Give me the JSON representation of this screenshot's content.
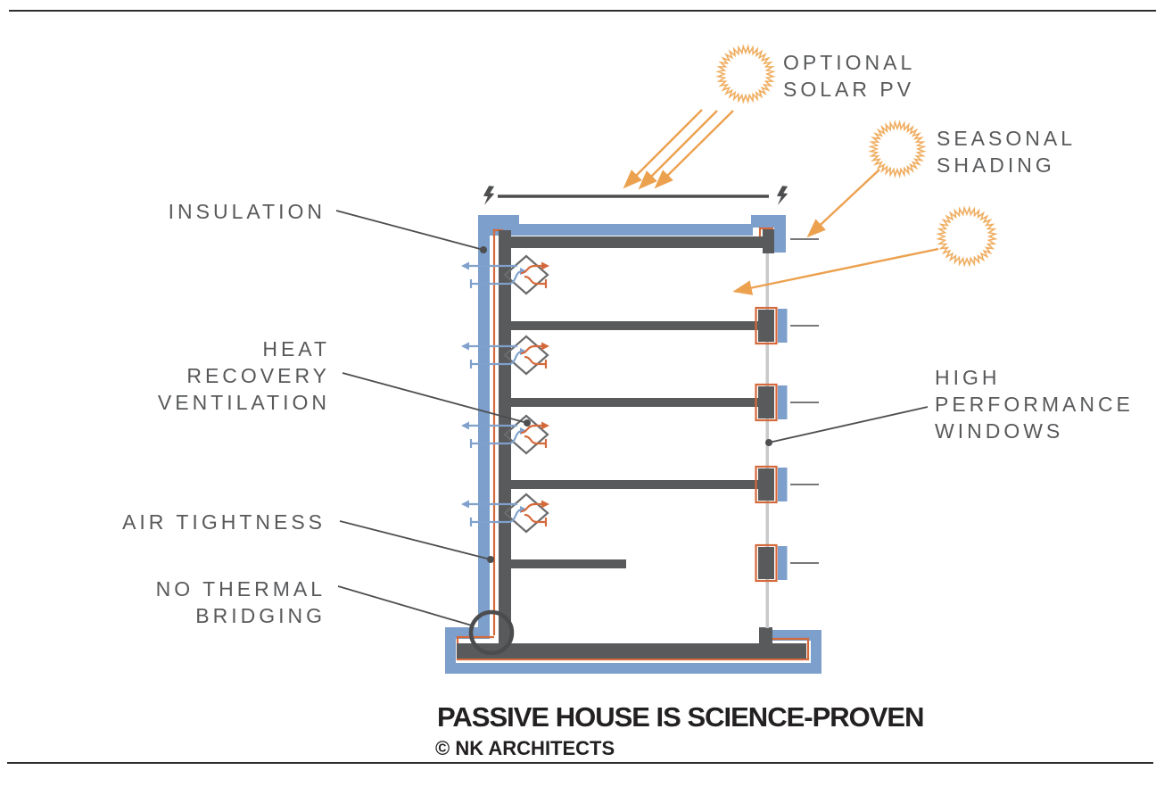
{
  "labels": {
    "insulation": {
      "text": "INSULATION"
    },
    "heat_recovery_ventilation": {
      "lines": [
        "HEAT",
        "RECOVERY",
        "VENTILATION"
      ]
    },
    "air_tightness": {
      "text": "AIR TIGHTNESS"
    },
    "no_thermal_bridging": {
      "lines": [
        "NO THERMAL",
        "BRIDGING"
      ]
    },
    "optional_solar_pv": {
      "lines": [
        "OPTIONAL",
        "SOLAR PV"
      ]
    },
    "seasonal_shading": {
      "lines": [
        "SEASONAL",
        "SHADING"
      ]
    },
    "high_performance_windows": {
      "lines": [
        "HIGH",
        "PERFORMANCE",
        "WINDOWS"
      ]
    }
  },
  "footer": {
    "title": "PASSIVE HOUSE IS SCIENCE-PROVEN",
    "credit": "© NK ARCHITECTS"
  },
  "icons": {
    "sun": "sun-icon (zigzag ring, appears 3 times)",
    "lightning_bolt": "lightning-bolt-icon (ends of solar PV panel)",
    "heat_exchanger": "hrv-heat-exchanger-icon (diamond with crossing supply/exhaust air arrows)",
    "sun_rays": "sun-ray-arrows (3 parallel arrows onto roof PV)"
  },
  "colors": {
    "insulation_blue": "#7D9FCB",
    "air_barrier_orange": "#D4693B",
    "sun_orange": "#EFAE62",
    "sun_ray_orange": "#ECA14F",
    "structure_gray": "#595A5C",
    "label_gray": "#58595B",
    "glazing_gray": "#C8C9CA",
    "shade_fin_gray": "#77787A",
    "callout_gray": "#4D4E50",
    "vent_blue": "#7FA1CC",
    "title_black": "#232021"
  }
}
